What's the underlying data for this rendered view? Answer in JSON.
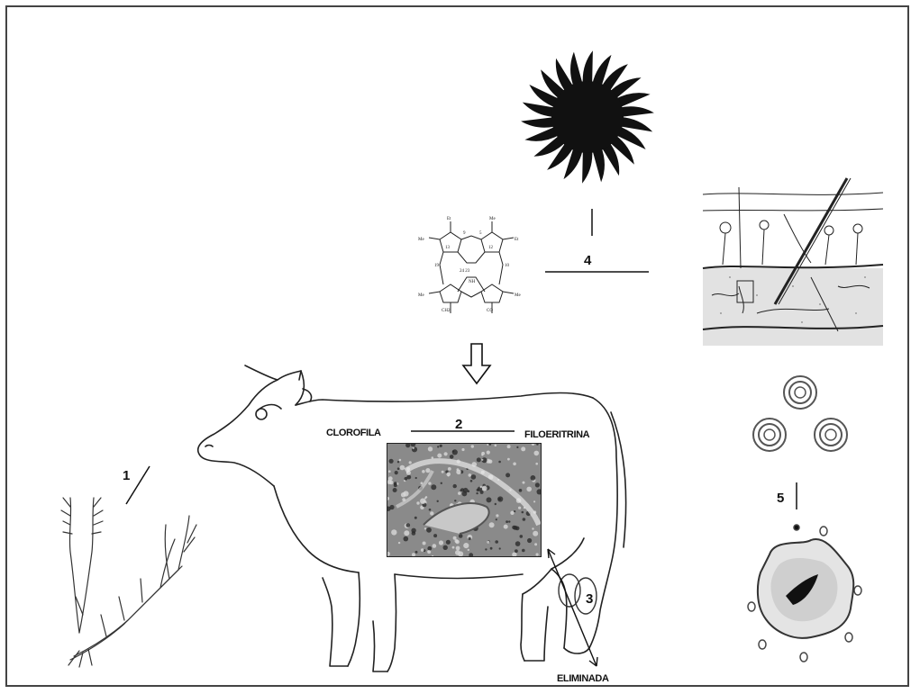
{
  "labels": {
    "step_1": "1",
    "step_2": "2",
    "step_3": "3",
    "step_4": "4",
    "step_5": "5",
    "chlorophyll": "CLOROFILA",
    "phylloerythrin": "FILOERITRINA",
    "eliminated": "ELIMINADA"
  },
  "icons": {
    "sun": "sun-icon",
    "arrow": "down-arrow-icon"
  }
}
